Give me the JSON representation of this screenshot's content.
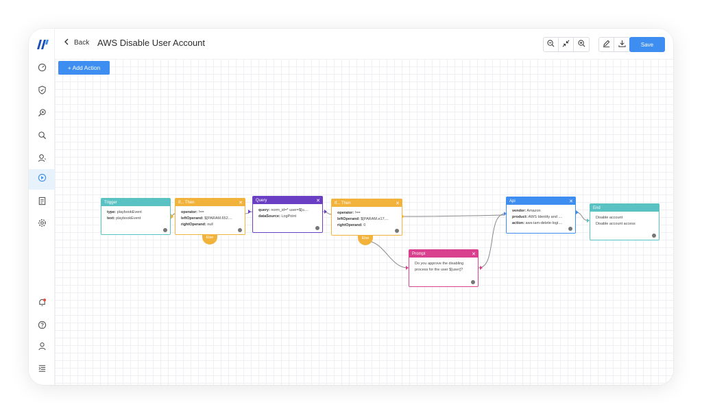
{
  "header": {
    "back_label": "Back",
    "title": "AWS Disable User Account",
    "save_label": "Save"
  },
  "toolbar": {
    "add_action_label": "+ Add Action"
  },
  "nodes": {
    "trigger": {
      "title": "Trigger",
      "l1k": "type:",
      "l1v": " playbookEvent",
      "l2k": "text:",
      "l2v": " playbookEvent"
    },
    "if1": {
      "title": "If... Then",
      "l1k": "operator:",
      "l1v": " !==",
      "l2k": "leftOperand:",
      "l2v": " $[PARAM.652....",
      "l3k": "rightOperand:",
      "l3v": " null",
      "else": "Else"
    },
    "query": {
      "title": "Query",
      "l1k": "query:",
      "l1v": " norm_id=* user=$[u....",
      "l2k": "dataSource:",
      "l2v": " LogPoint"
    },
    "if2": {
      "title": "If... Then",
      "l1k": "operator:",
      "l1v": " !==",
      "l2k": "leftOperand:",
      "l2v": " $[PARAM.e17....",
      "l3k": "rightOperand:",
      "l3v": " 0",
      "else": "Else"
    },
    "prompt": {
      "title": "Prompt",
      "l1": "Do you approve the disabling",
      "l2": "process for the user $[user]?"
    },
    "api": {
      "title": "Api",
      "l1k": "vendor:",
      "l1v": " Amazon",
      "l2k": "product:",
      "l2v": " AWS Identity and ....",
      "l3k": "action:",
      "l3v": " aws-iam-delete-logi...."
    },
    "end": {
      "title": "End",
      "l1": "Disable account",
      "l2": "Disable account access"
    }
  },
  "colors": {
    "trigger": "#5bc2c4",
    "if": "#f2b33d",
    "query": "#6a3fc3",
    "prompt": "#d9408e",
    "api": "#3d8ef0",
    "end": "#5bc2c4",
    "primary": "#3d8ef0"
  },
  "icons": {
    "sidebar": [
      "logo-icon",
      "dashboard-icon",
      "shield-icon",
      "search-zoom-icon",
      "search-icon",
      "user-icon",
      "play-icon",
      "report-icon",
      "gear-icon",
      "bell-icon",
      "help-icon",
      "profile-icon",
      "menu-collapse-icon"
    ],
    "toolbar": [
      "zoom-out-icon",
      "fit-icon",
      "zoom-in-icon",
      "edit-icon",
      "download-icon",
      "check-circle-icon"
    ]
  }
}
